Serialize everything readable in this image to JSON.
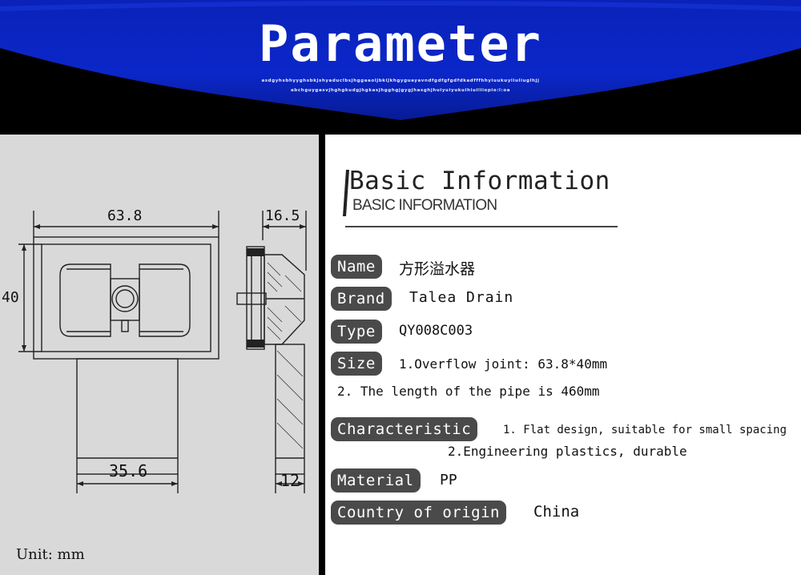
{
  "banner": {
    "title": "Parameter",
    "subtitle_line1": "asdgyhsbhyyghsbkjshyaduclbsjhggaaoljbkiJkhgyguayavndfgdfgfgdfdkadfffhhyiuukuyliuliuglhjj",
    "subtitle_line2": "abchguygasvjhghgkudgjhgkasjhgghgjgygjhasghjhuiyuiyukuihiuiliiopio:l:oa",
    "colors": {
      "blue": "#0b27c9",
      "deep_blue": "#061a8e"
    }
  },
  "drawing": {
    "dims": {
      "front_width": "63.8",
      "front_height": "40",
      "pipe_width": "35.6",
      "side_width": "16.5",
      "side_depth": "12"
    },
    "unit": "Unit: mm"
  },
  "info": {
    "heading": "Basic Information",
    "subheading": "BASIC INFORMATION",
    "rows": {
      "name": {
        "label": "Name",
        "value": "方形溢水器"
      },
      "brand": {
        "label": "Brand",
        "value": "Talea Drain"
      },
      "type": {
        "label": "Type",
        "value": "QY008C003"
      },
      "size": {
        "label": "Size",
        "value1": "1.Overflow joint: 63.8*40mm",
        "value2": "2. The length of the pipe is 460mm"
      },
      "characteristic": {
        "label": "Characteristic",
        "value1": "1. Flat design, suitable for small spacing",
        "value2": "2.Engineering plastics, durable"
      },
      "material": {
        "label": "Material",
        "value": "PP"
      },
      "origin": {
        "label": "Country of origin",
        "value": "China"
      }
    }
  }
}
